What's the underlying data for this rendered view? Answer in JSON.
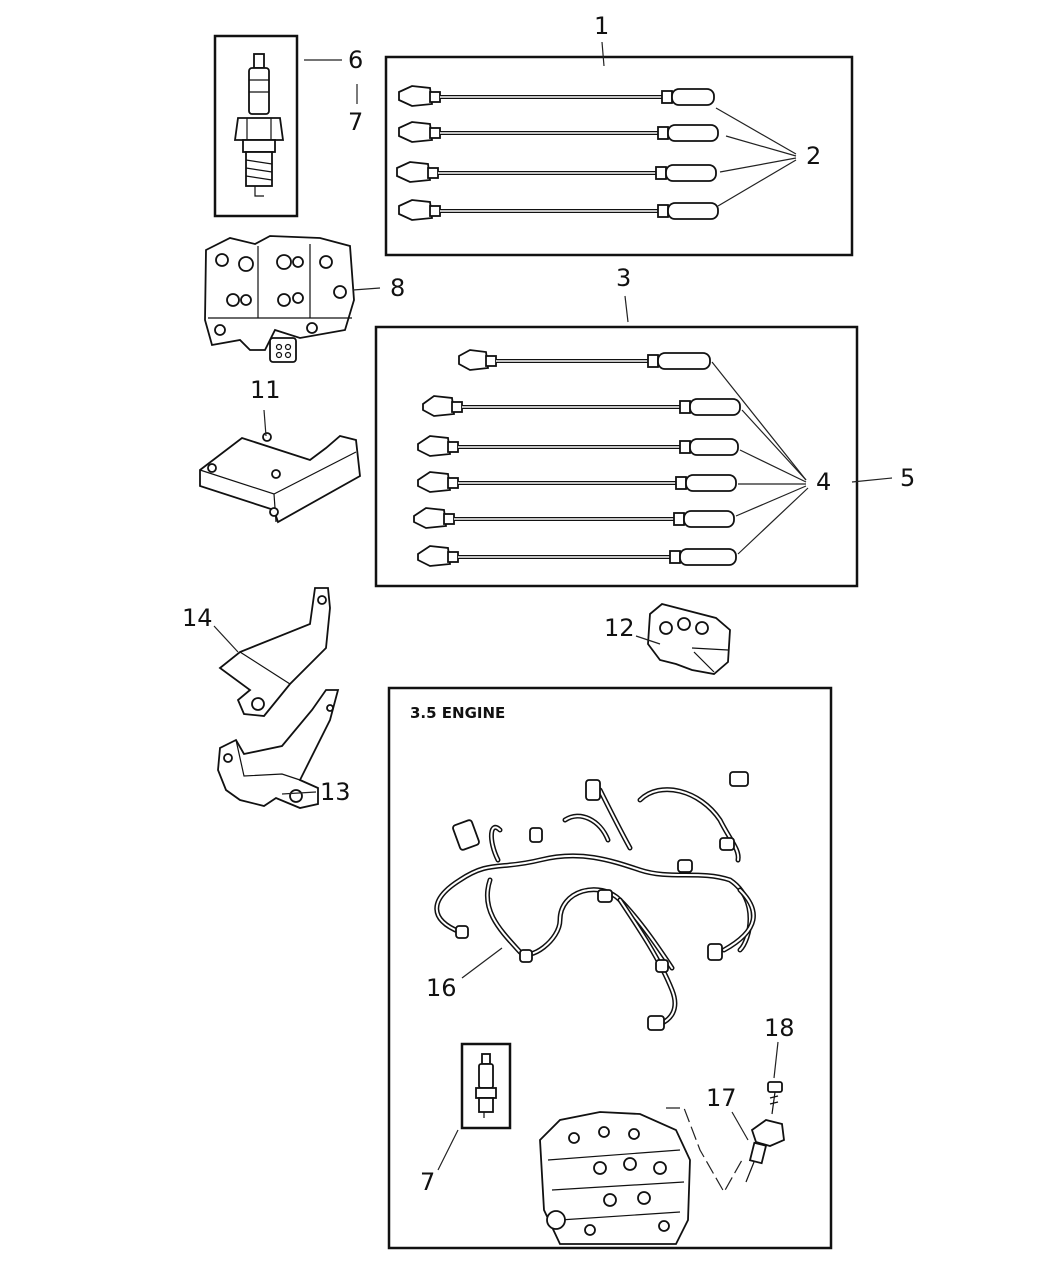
{
  "callouts": {
    "c1": "1",
    "c2": "2",
    "c3": "3",
    "c4": "4",
    "c5": "5",
    "c6": "6",
    "c7a": "7",
    "c7b": "7",
    "c8": "8",
    "c11": "11",
    "c12": "12",
    "c13": "13",
    "c14": "14",
    "c16": "16",
    "c17": "17",
    "c18": "18"
  },
  "engine_box": {
    "title": "3.5  ENGINE"
  }
}
